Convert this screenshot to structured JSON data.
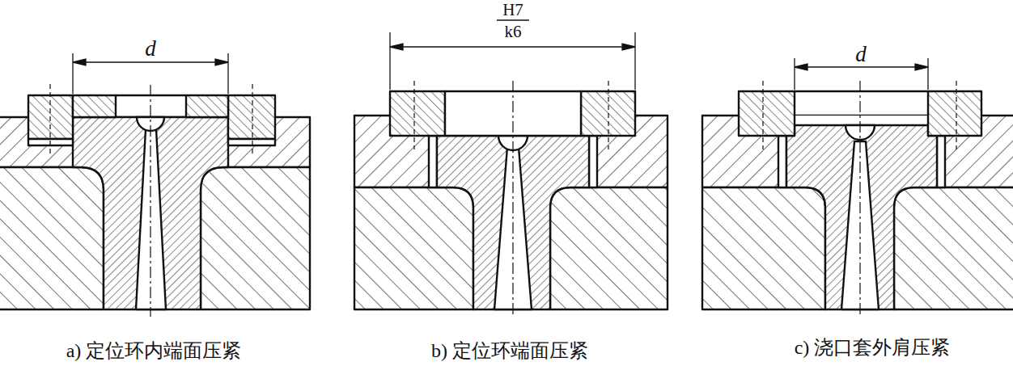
{
  "diagram": {
    "labels": [
      "d",
      "H7",
      "k6",
      "d",
      "a) 定位环内端面压紧",
      "b) 定位环端面压紧",
      "c) 浇口套外肩压紧"
    ]
  }
}
